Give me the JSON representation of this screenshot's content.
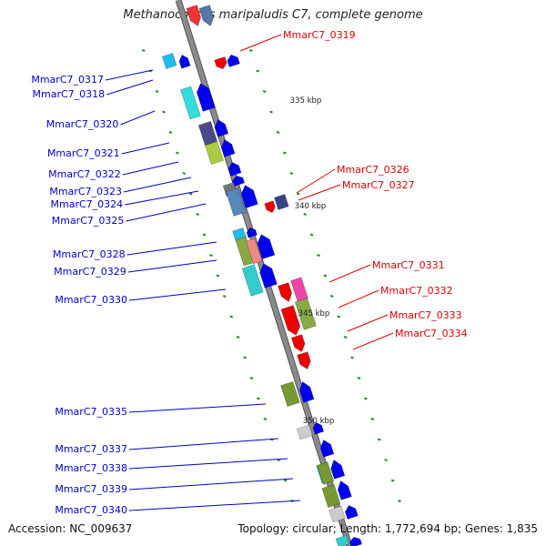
{
  "title": "Methanococcus maripaludis C7, complete genome",
  "footer": {
    "accession": "Accession: NC_009637",
    "summary": "Topology: circular; Length: 1,772,694 bp; Genes: 1,835"
  },
  "colors": {
    "left_label": "#0000cc",
    "right_label": "#dd0000",
    "forward_gene": "#0000ee",
    "reverse_gene": "#ee0000",
    "backbone": "#8a8a8a",
    "tick": "#2a8a2a"
  },
  "kbp_marks": [
    "335 kbp",
    "340 kbp",
    "345 kbp",
    "350 kbp"
  ],
  "left_genes": [
    "MmarC7_0317",
    "MmarC7_0318",
    "MmarC7_0320",
    "MmarC7_0321",
    "MmarC7_0322",
    "MmarC7_0323",
    "MmarC7_0324",
    "MmarC7_0325",
    "MmarC7_0328",
    "MmarC7_0329",
    "MmarC7_0330",
    "MmarC7_0335",
    "MmarC7_0337",
    "MmarC7_0338",
    "MmarC7_0339",
    "MmarC7_0340"
  ],
  "right_genes": [
    "MmarC7_0319",
    "MmarC7_0326",
    "MmarC7_0327",
    "MmarC7_0331",
    "MmarC7_0332",
    "MmarC7_0333",
    "MmarC7_0334"
  ]
}
